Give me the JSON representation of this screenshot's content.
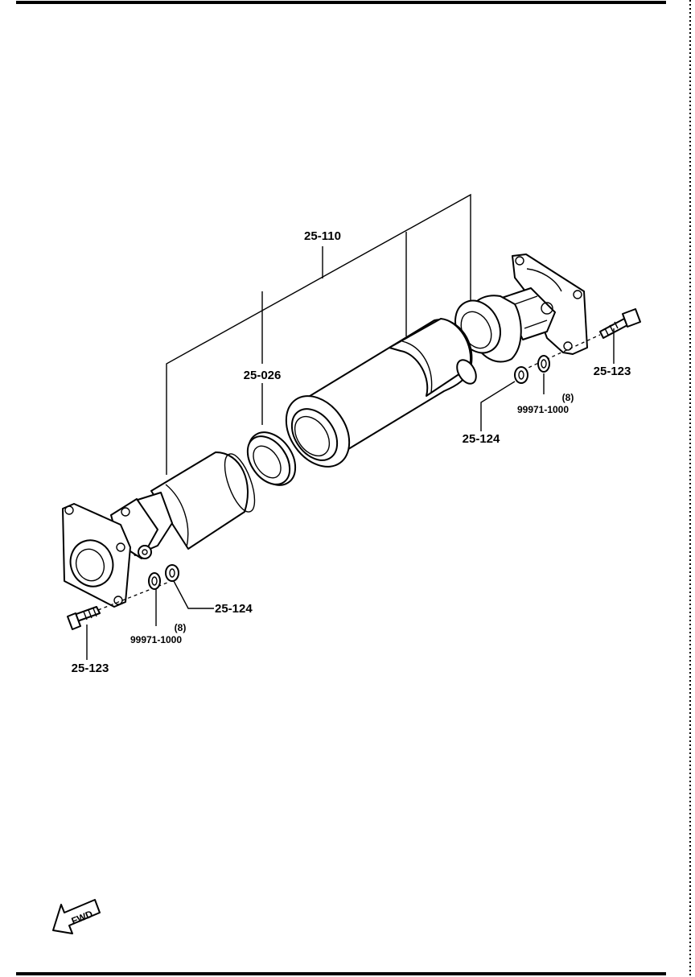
{
  "diagram": {
    "callouts": {
      "shaft_assembly": "25-110",
      "center_seal": "25-026",
      "nut_front": "25-124",
      "nut_rear": "25-124",
      "bolt_front": "25-123",
      "bolt_rear": "25-123",
      "washer_front_part": "99971-1000",
      "washer_front_qty": "(8)",
      "washer_rear_part": "99971-1000",
      "washer_rear_qty": "(8)"
    },
    "direction_arrow": {
      "label": "FWD",
      "icon": "fwd-arrow-icon"
    }
  }
}
